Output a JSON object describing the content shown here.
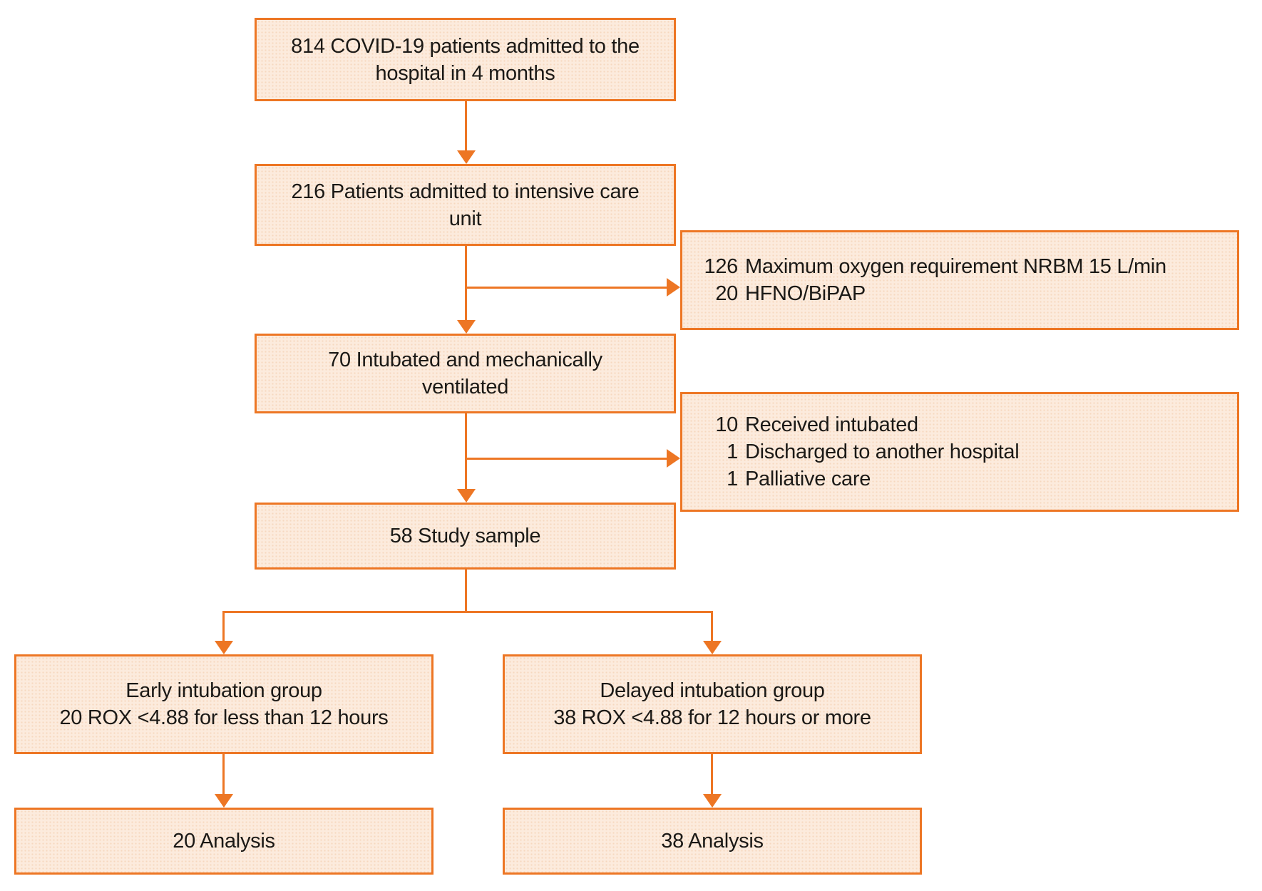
{
  "colors": {
    "accent": "#ed7624",
    "box_fill": "#fcebdd",
    "text": "#1b1916"
  },
  "flow": {
    "admitted": {
      "line1": "814 COVID-19 patients admitted to the",
      "line2": "hospital in 4 months"
    },
    "icu": {
      "line1": "216 Patients admitted to intensive care",
      "line2": "unit"
    },
    "oxygen_excluded": {
      "lines": [
        {
          "num": "126",
          "text": "Maximum oxygen requirement NRBM 15 L/min"
        },
        {
          "num": "20",
          "text": "HFNO/BiPAP"
        }
      ]
    },
    "intubated": {
      "line1": "70 Intubated and mechanically",
      "line2": "ventilated"
    },
    "other_excluded": {
      "lines": [
        {
          "num": "10",
          "text": "Received intubated"
        },
        {
          "num": "1",
          "text": "Discharged to another hospital"
        },
        {
          "num": "1",
          "text": "Palliative care"
        }
      ]
    },
    "sample": {
      "line1": "58 Study sample"
    },
    "early_group": {
      "line1": "Early intubation group",
      "line2": "20 ROX <4.88 for less than 12 hours"
    },
    "delayed_group": {
      "line1": "Delayed intubation group",
      "line2": "38 ROX <4.88 for 12 hours or more"
    },
    "early_analysis": {
      "line1": "20 Analysis"
    },
    "delayed_analysis": {
      "line1": "38 Analysis"
    }
  }
}
